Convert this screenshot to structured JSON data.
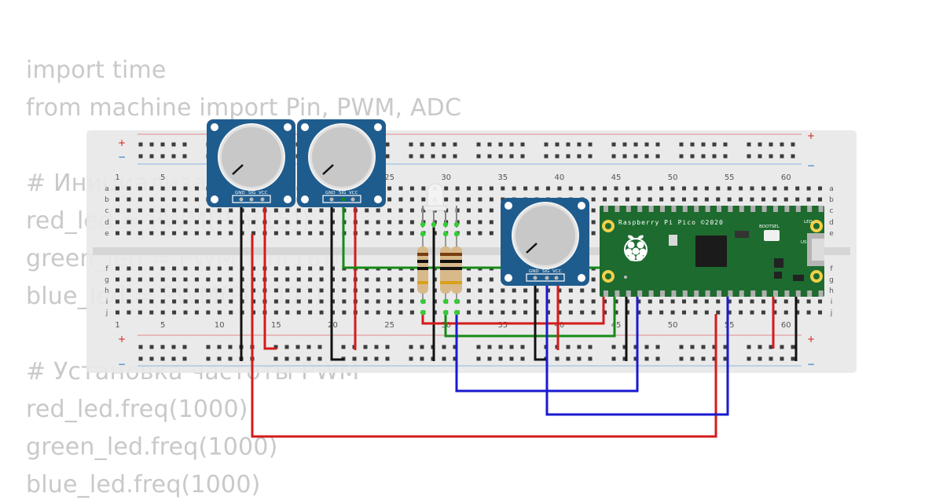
{
  "code_lines": [
    "import time",
    "from machine import Pin, PWM, ADC",
    "",
    "# Инициализация",
    "red_led = PWM(Pin(15))",
    "green_led = PWM(Pin(16))",
    "blue_led = PWM(Pin(17))",
    "",
    "# Установка частоты PWM",
    "red_led.freq(1000)",
    "green_led.freq(1000)",
    "blue_led.freq(1000)"
  ],
  "breadboard": {
    "column_numbers": [
      "1",
      "5",
      "10",
      "15",
      "20",
      "25",
      "30",
      "35",
      "40",
      "45",
      "50",
      "55",
      "60"
    ],
    "rows_top": [
      "a",
      "b",
      "c",
      "d",
      "e"
    ],
    "rows_bottom": [
      "f",
      "g",
      "h",
      "i",
      "j"
    ],
    "rail_plus": "+",
    "rail_minus": "−"
  },
  "potentiometers": [
    {
      "pins": [
        "GND",
        "SIG",
        "VCC"
      ]
    },
    {
      "pins": [
        "GND",
        "SIG",
        "VCC"
      ]
    },
    {
      "pins": [
        "GND",
        "SIG",
        "VCC"
      ]
    }
  ],
  "pico": {
    "title": "Raspberry Pi Pico ©2020",
    "bootsel": "BOOTSEL",
    "led": "LED",
    "usb": "USB"
  },
  "colors": {
    "breadboard": "#e8e8e8",
    "pot_board": "#1f5c8e",
    "pico_board": "#1d6b2f",
    "wire_red": "#d41b1b",
    "wire_green": "#158a15",
    "wire_blue": "#1a1ad0",
    "wire_black": "#111111",
    "code_text": "#c9c9c9"
  }
}
